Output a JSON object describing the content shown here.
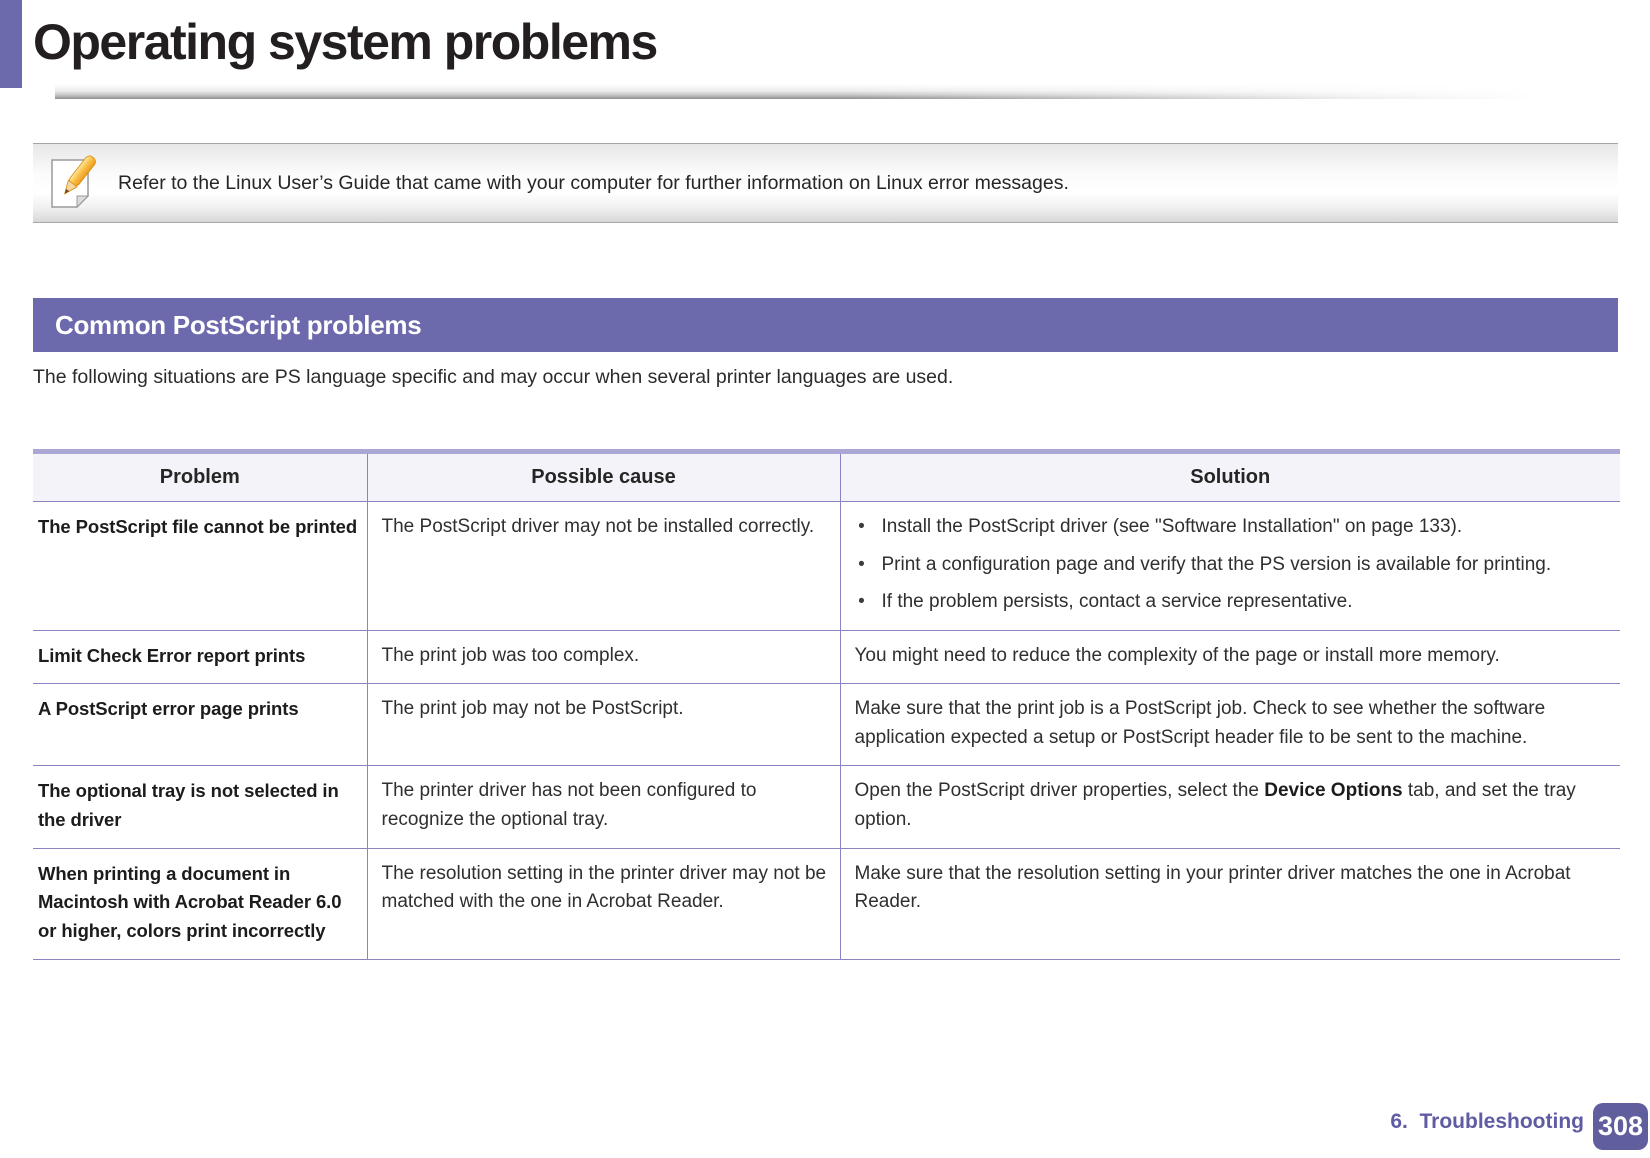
{
  "page": {
    "title": "Operating system problems",
    "footer": {
      "chapter": "6.  Troubleshooting",
      "page_number": "308"
    }
  },
  "note": {
    "icon": "pencil-note-icon",
    "text": "Refer to the Linux User’s Guide that came with your computer for further information on Linux error messages."
  },
  "section": {
    "heading": "Common PostScript problems",
    "intro": "The following situations are PS language specific and may occur when several printer languages are used."
  },
  "table": {
    "headers": [
      "Problem",
      "Possible cause",
      "Solution"
    ],
    "rows": [
      {
        "problem": "The PostScript file cannot be printed",
        "cause": "The PostScript driver may not be installed correctly.",
        "solutions": [
          "Install the PostScript driver (see \"Software Installation\" on page 133).",
          "Print a configuration page and verify that the PS version is available for printing.",
          "If the problem persists, contact a service representative."
        ]
      },
      {
        "problem": "Limit Check Error report prints",
        "cause": "The print job was too complex.",
        "solution": "You might need to reduce the complexity of the page or install more memory."
      },
      {
        "problem": "A PostScript error page prints",
        "cause": "The print job may not be PostScript.",
        "solution": "Make sure that the print job is a PostScript job. Check to see whether the software application expected a setup or PostScript header file to be sent to the machine."
      },
      {
        "problem": "The optional tray is not selected in the driver",
        "cause": "The printer driver has not been configured to recognize the optional tray.",
        "solution_parts": [
          "Open the PostScript driver properties, select the ",
          "Device Options",
          " tab, and set the tray option."
        ]
      },
      {
        "problem": "When printing a document in Macintosh with Acrobat Reader 6.0 or higher, colors print incorrectly",
        "cause": "The resolution setting in the printer driver may not be matched with the one in Acrobat Reader.",
        "solution": "Make sure that the resolution setting in your printer driver matches the one in Acrobat Reader."
      }
    ]
  },
  "glyphs": {
    "bullet": "•"
  },
  "colors": {
    "accent_purple": "#6d69ad",
    "page_number_box": "#615e9e",
    "footer_text": "#605ca3",
    "table_thick_border": "#aba7d4",
    "table_thin_border": "#8985c1",
    "table_header_bg": "#f4f3fa",
    "title_text": "#231f20"
  }
}
